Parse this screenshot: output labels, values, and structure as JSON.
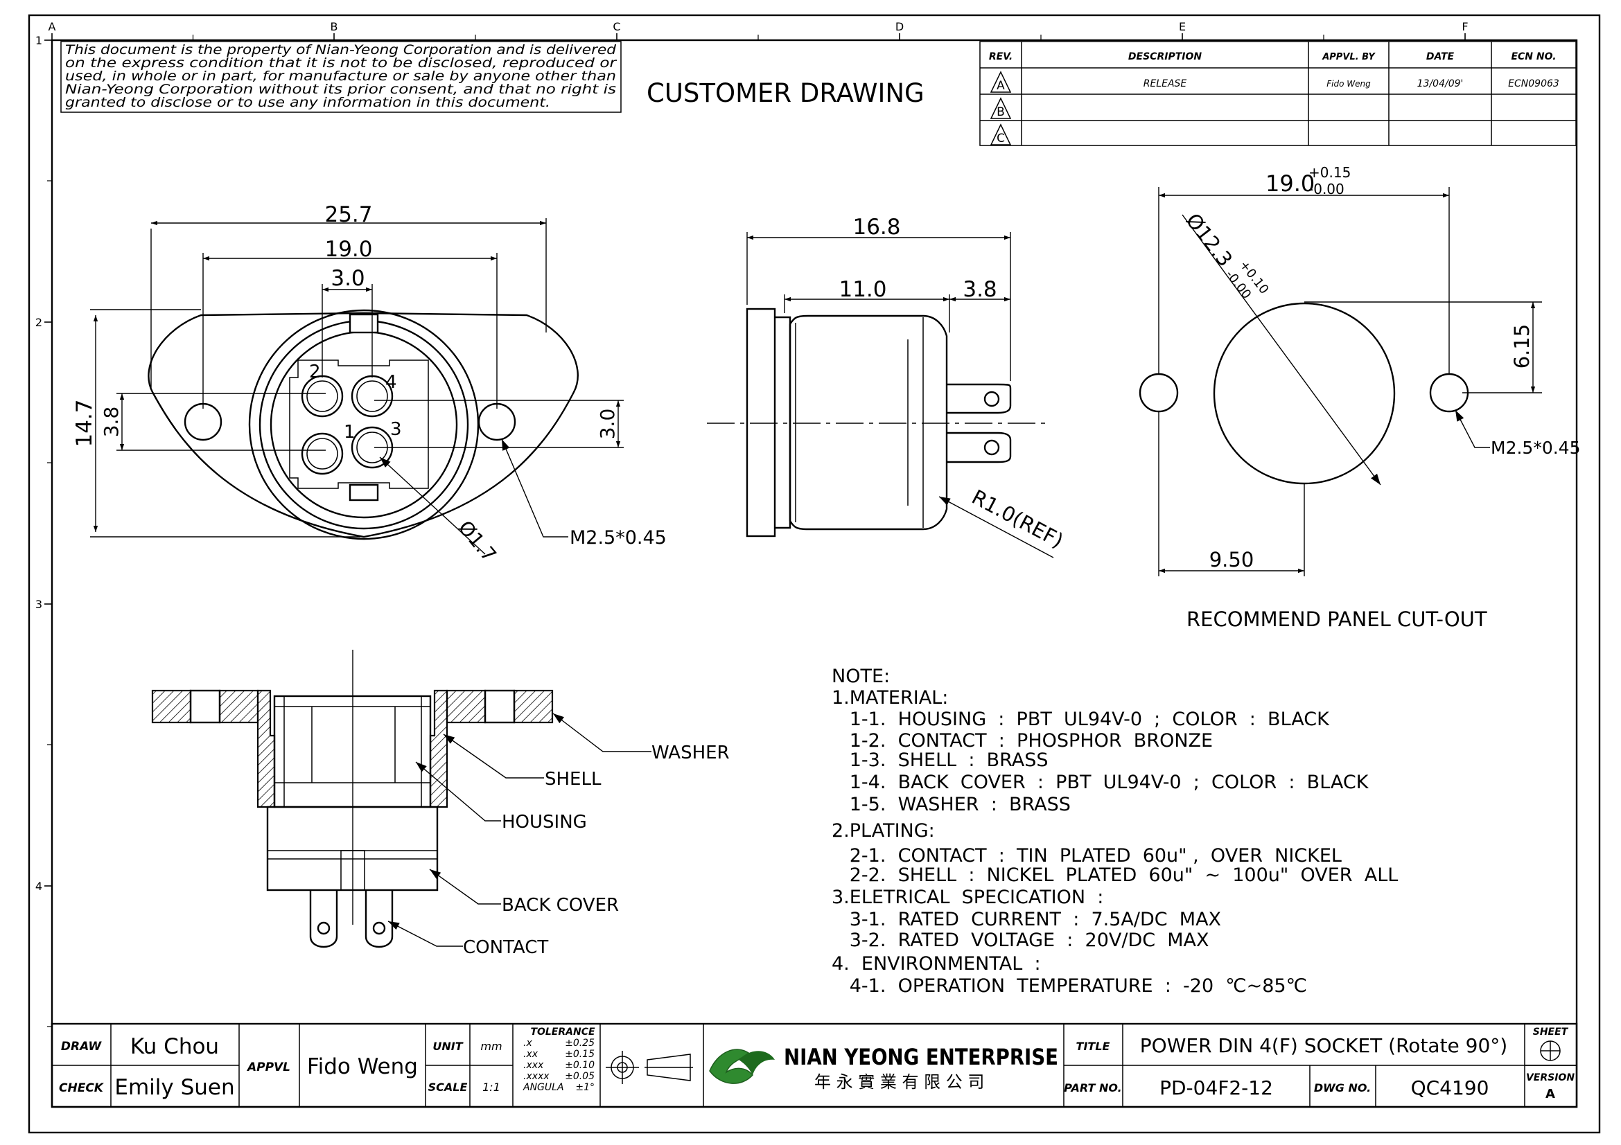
{
  "sheet": {
    "zones_top": [
      "A",
      "B",
      "C",
      "D",
      "E",
      "F"
    ],
    "zones_side": [
      "1",
      "2",
      "3",
      "4"
    ]
  },
  "header": {
    "notice": [
      "This  document  is  the  property  of  Nian-Yeong  Corporation  and  is  delivered",
      "on   the   express  condition  that  it  is  not  to  be  disclosed,  reproduced  or",
      "used,  in  whole  or  in  part,  for  manufacture  or  sale  by  anyone  other  than",
      "Nian-Yeong  Corporation  without   its  prior  consent,  and  that   no  right   is",
      "granted  to  disclose  or  to  use  any  information  in  this    document."
    ],
    "drawing_type": "CUSTOMER  DRAWING"
  },
  "revision_table": {
    "headers": [
      "REV.",
      "DESCRIPTION",
      "APPVL. BY",
      "DATE",
      "ECN NO."
    ],
    "rows": [
      {
        "rev": "A",
        "description": "RELEASE",
        "approved_by": "Fido Weng",
        "date": "13/04/09'",
        "ecn": "ECN09063"
      },
      {
        "rev": "B",
        "description": "",
        "approved_by": "",
        "date": "",
        "ecn": ""
      },
      {
        "rev": "C",
        "description": "",
        "approved_by": "",
        "date": "",
        "ecn": ""
      }
    ]
  },
  "front_view": {
    "dim_width": "25.7",
    "dim_hole_pitch": "19.0",
    "dim_pin_pitch": "3.0",
    "dim_height": "14.7",
    "dim_left_gap": "3.8",
    "dim_right_gap": "3.0",
    "dim_pin_dia": "Ø1.7",
    "hole_label": "M2.5*0.45",
    "pins": [
      "1",
      "2",
      "3",
      "4"
    ]
  },
  "side_view": {
    "dim_total": "16.8",
    "dim_body": "11.0",
    "dim_tail": "3.8",
    "radius_note": "R1.0(REF)"
  },
  "cutout": {
    "dim_width": "19.0",
    "tol_plus": "+0.15",
    "tol_minus": "-0.00",
    "dia_label": "Ø12.3",
    "dia_tol_plus": "+0.10",
    "dia_tol_minus": "-0.00",
    "dim_offset": "6.15",
    "dim_half": "9.50",
    "hole_label": "M2.5*0.45",
    "title": "RECOMMEND  PANEL  CUT-OUT"
  },
  "section_labels": {
    "washer": "WASHER",
    "shell": "SHELL",
    "housing": "HOUSING",
    "back_cover": "BACK  COVER",
    "contact": "CONTACT"
  },
  "notes": [
    "NOTE:",
    "1.MATERIAL:",
    "   1-1.  HOUSING  :  PBT  UL94V-0  ;  COLOR  :  BLACK",
    "   1-2.  CONTACT  :  PHOSPHOR  BRONZE",
    "   1-3.  SHELL  :  BRASS",
    "   1-4.  BACK  COVER  :  PBT  UL94V-0  ;  COLOR  :  BLACK",
    "   1-5.  WASHER  :  BRASS",
    "2.PLATING:",
    "   2-1.  CONTACT  :  TIN  PLATED  60u\" ,  OVER  NICKEL",
    "   2-2.  SHELL  :  NICKEL  PLATED  60u\"  ~  100u\"  OVER  ALL",
    "3.ELETRICAL  SPECICATION  :",
    "   3-1.  RATED  CURRENT  :  7.5A/DC  MAX",
    "   3-2.  RATED  VOLTAGE  :  20V/DC  MAX",
    "4.  ENVIRONMENTAL  :",
    "   4-1.  OPERATION  TEMPERATURE  :  -20  ℃~85℃"
  ],
  "title_block": {
    "draw_label": "DRAW",
    "draw_name": "Ku  Chou",
    "check_label": "CHECK",
    "check_name": "Emily  Suen",
    "appvl_label": "APPVL",
    "appvl_name": "Fido  Weng",
    "unit_label": "UNIT",
    "unit_value": "mm",
    "scale_label": "SCALE",
    "scale_value": "1:1",
    "tolerance_title": "TOLERANCE",
    "tolerances": [
      {
        "k": ".x",
        "v": "±0.25"
      },
      {
        "k": ".xx",
        "v": "±0.15"
      },
      {
        "k": ".xxx",
        "v": "±0.10"
      },
      {
        "k": ".xxxx",
        "v": "±0.05"
      },
      {
        "k": "ANGULA",
        "v": "±1°"
      }
    ],
    "company_name": "NIAN  YEONG  ENTERPRISE",
    "company_name_cn": "年 永 實 業 有 限 公 司",
    "title_label": "TITLE",
    "title_value": "POWER  DIN  4(F)  SOCKET  (Rotate  90°)",
    "part_label": "PART  NO.",
    "part_value": "PD-04F2-12",
    "dwg_label": "DWG  NO.",
    "dwg_value": "QC4190",
    "sheet_label": "SHEET",
    "version_label": "VERSION",
    "version_value": "A"
  }
}
